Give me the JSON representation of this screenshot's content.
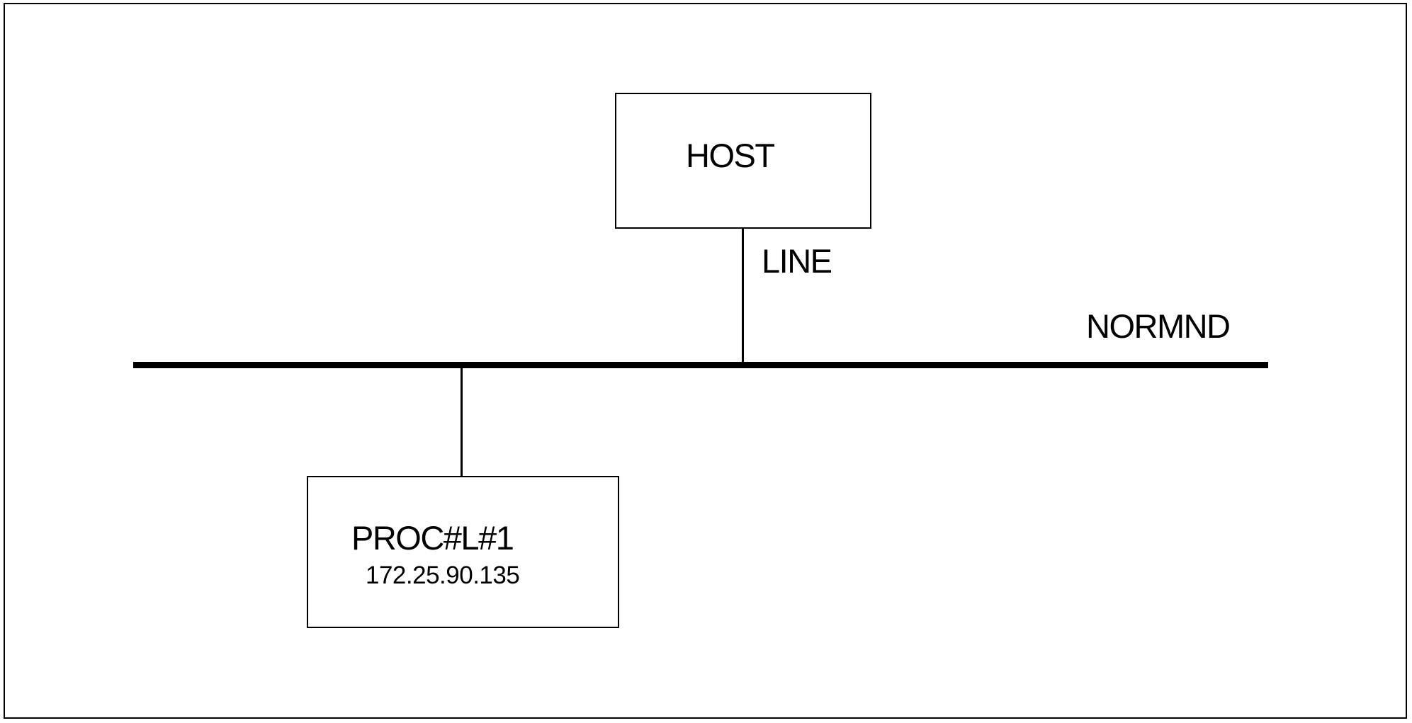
{
  "diagram": {
    "type": "network-topology",
    "nodes": {
      "host": {
        "label": "HOST"
      },
      "proc": {
        "label": "PROC#L#1",
        "ip": "172.25.90.135"
      }
    },
    "links": {
      "line": {
        "label": "LINE"
      },
      "network": {
        "label": "NORMND"
      }
    },
    "colors": {
      "stroke": "#000000",
      "background": "#ffffff"
    }
  }
}
